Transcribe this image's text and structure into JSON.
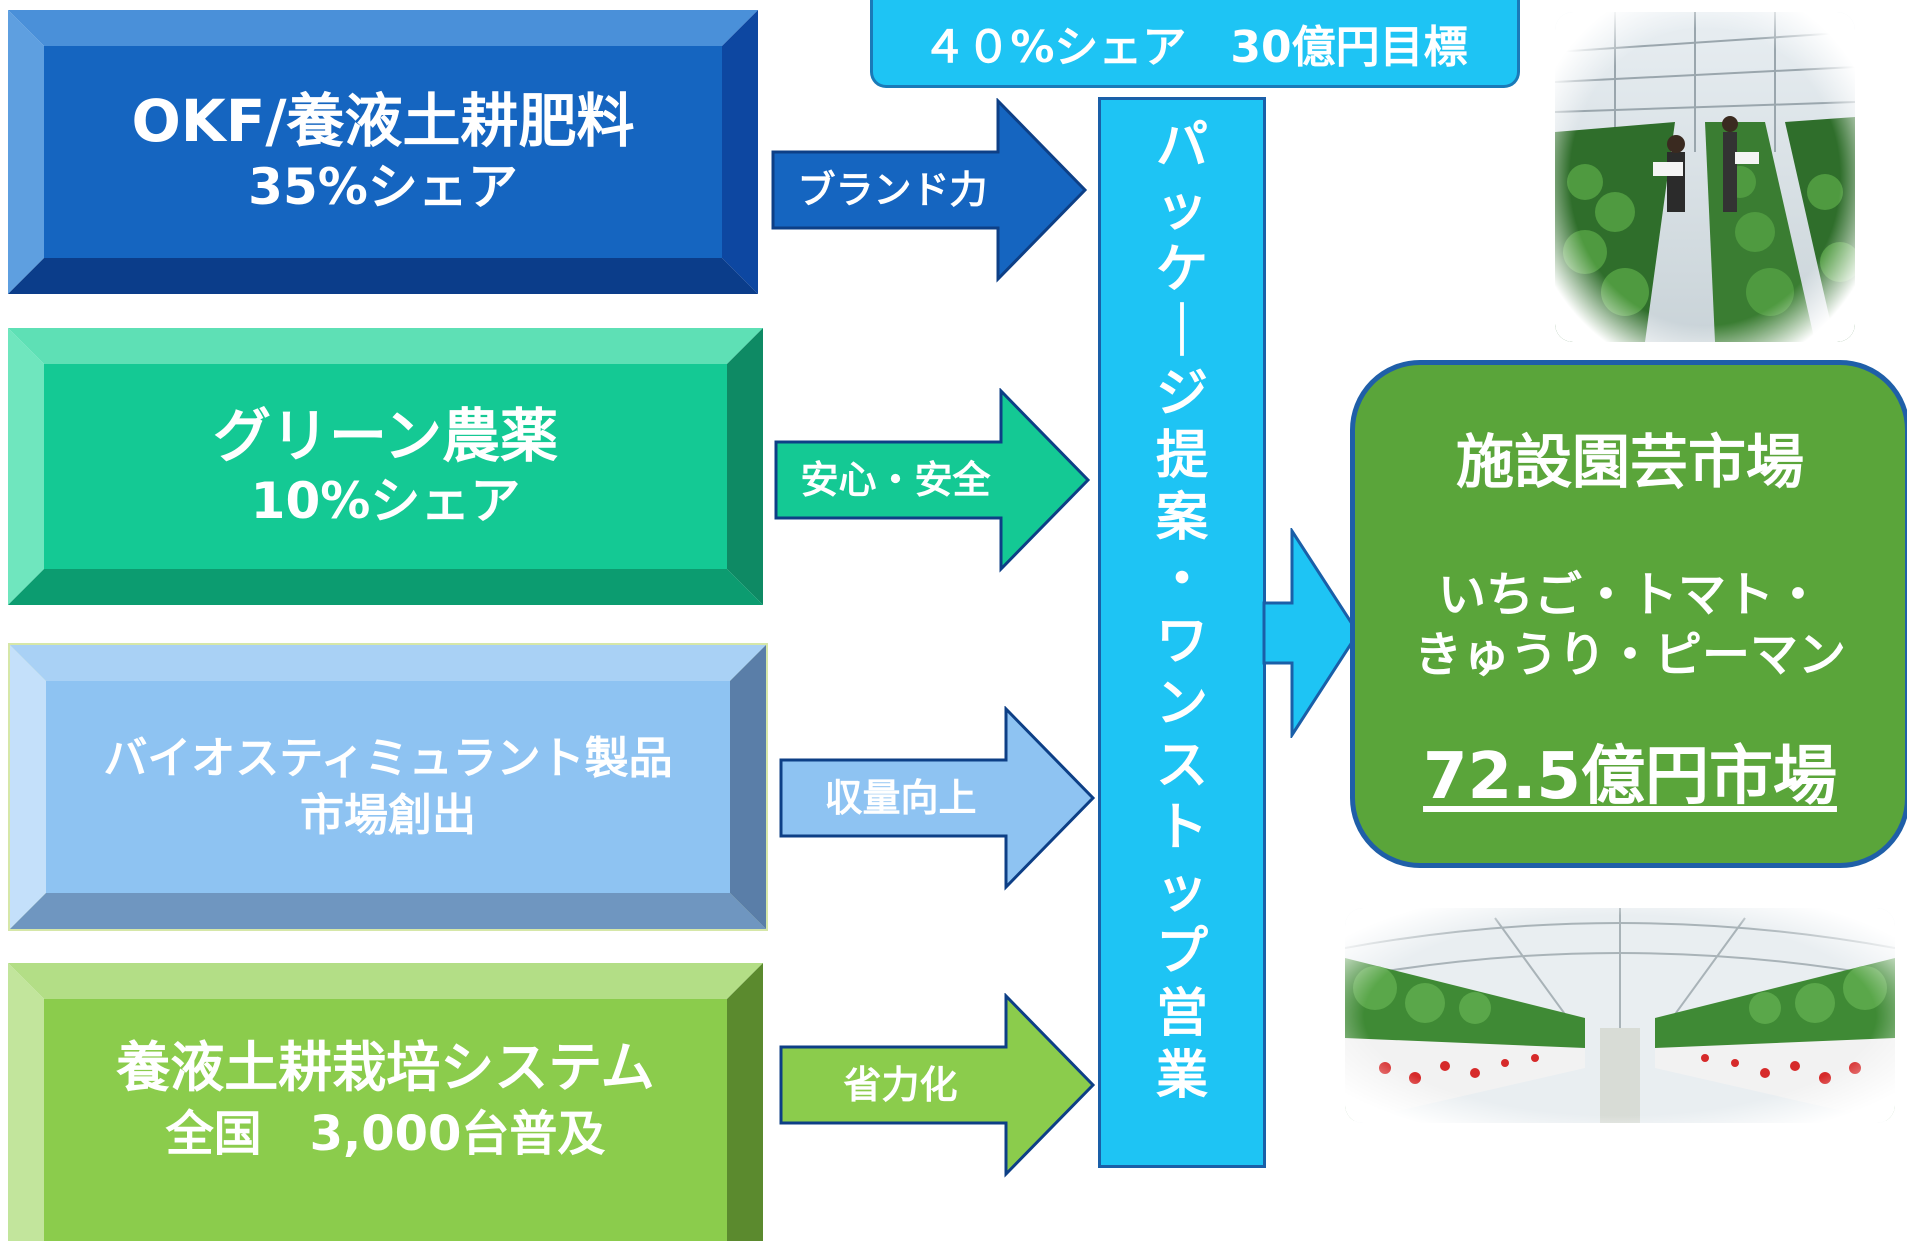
{
  "boxes": [
    {
      "title": "OKF/養液土耕肥料",
      "subtitle": "35%シェア",
      "color": "#1565c0"
    },
    {
      "title": "グリーン農薬",
      "subtitle": "10%シェア",
      "color": "#14c994"
    },
    {
      "title": "バイオスティミュラント製品",
      "subtitle": "市場創出",
      "color": "#8ec3f2"
    },
    {
      "title": "養液土耕栽培システム",
      "subtitle": "全国　3,000台普及",
      "color": "#8bcc4c"
    }
  ],
  "arrows": [
    {
      "label": "ブランド力"
    },
    {
      "label": "安心・安全"
    },
    {
      "label": "収量向上"
    },
    {
      "label": "省力化"
    }
  ],
  "target_banner": "４０%シェア　30億円目標",
  "center_bar_text": "パッケージ提案・ワンストップ営業",
  "market": {
    "title": "施設園芸市場",
    "crops_line1": "いちご・トマト・",
    "crops_line2": "きゅうり・ピーマン",
    "size": "72.5億円市場"
  },
  "photos": [
    {
      "icon": "greenhouse-workers-photo"
    },
    {
      "icon": "strawberry-greenhouse-photo"
    }
  ],
  "colors": {
    "banner_fill": "#1ec4f4",
    "bar_fill": "#1ec4f4",
    "market_fill": "#5aa53a",
    "market_border": "#1f5fa8"
  }
}
